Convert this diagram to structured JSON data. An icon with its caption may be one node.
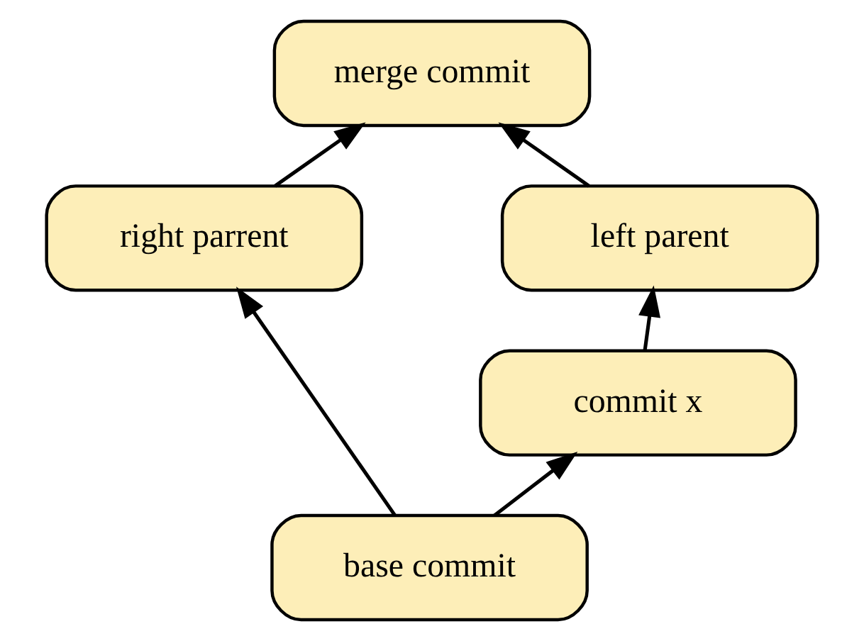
{
  "diagram": {
    "nodes": [
      {
        "text": [
          "merge commit"
        ]
      },
      {
        "text": [
          "left parent"
        ]
      },
      {
        "text": [
          "right parrent"
        ]
      },
      {
        "text": [
          "commit x"
        ]
      },
      {
        "text": [
          "base commit"
        ]
      }
    ],
    "edges": [
      {
        "from": 1,
        "to": 0,
        "arrow": "to"
      },
      {
        "from": 2,
        "to": 0,
        "arrow": "to"
      },
      {
        "from": 3,
        "to": 1,
        "arrow": "to"
      },
      {
        "from": 4,
        "to": 3,
        "arrow": "to"
      },
      {
        "from": 4,
        "to": 2,
        "arrow": "to"
      }
    ]
  }
}
